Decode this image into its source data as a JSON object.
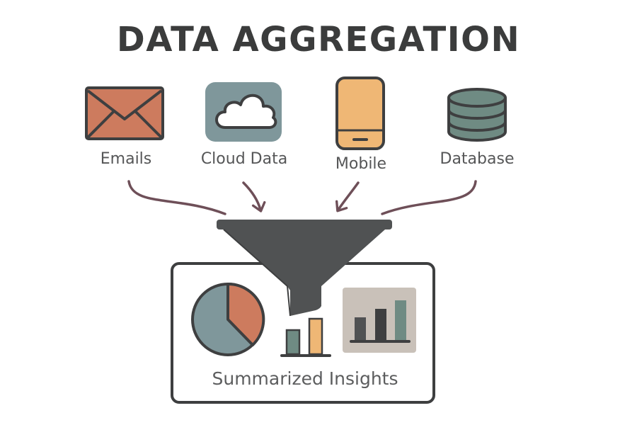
{
  "title": "DATA AGGREGATION",
  "sources": [
    {
      "label": "Emails",
      "icon": "envelope-icon",
      "color": "#cd7b5e"
    },
    {
      "label": "Cloud Data",
      "icon": "cloud-icon",
      "color": "#7f979b"
    },
    {
      "label": "Mobile",
      "icon": "mobile-phone-icon",
      "color": "#efb775"
    },
    {
      "label": "Database",
      "icon": "database-icon",
      "color": "#6f8b83"
    }
  ],
  "output": {
    "label": "Summarized Insights",
    "icons": [
      "pie-chart-icon",
      "bar-chart-icon",
      "bar-chart-panel-icon"
    ]
  },
  "colors": {
    "outline": "#3e3f40",
    "arrow": "#6e4f58",
    "funnel": "#505253",
    "panel_background": "#c9c1b9"
  }
}
